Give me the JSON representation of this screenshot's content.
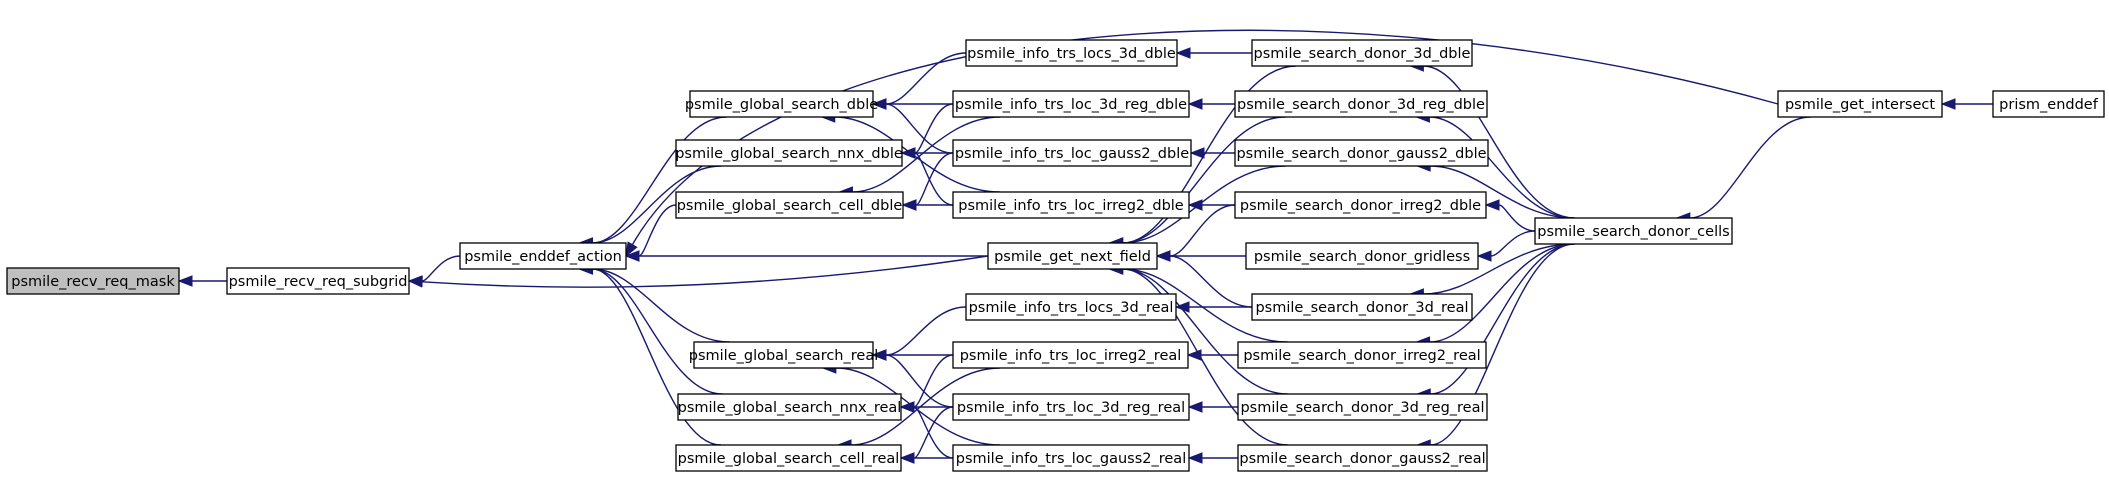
{
  "nodes": [
    {
      "id": "recv_req_mask",
      "label": "psmile_recv_req_mask",
      "root": true
    },
    {
      "id": "recv_req_subgrid",
      "label": "psmile_recv_req_subgrid"
    },
    {
      "id": "enddef_action",
      "label": "psmile_enddef_action"
    },
    {
      "id": "global_search_dble",
      "label": "psmile_global_search_dble"
    },
    {
      "id": "global_search_nnx_dble",
      "label": "psmile_global_search_nnx_dble"
    },
    {
      "id": "global_search_cell_dble",
      "label": "psmile_global_search_cell_dble"
    },
    {
      "id": "global_search_real",
      "label": "psmile_global_search_real"
    },
    {
      "id": "global_search_nnx_real",
      "label": "psmile_global_search_nnx_real"
    },
    {
      "id": "global_search_cell_real",
      "label": "psmile_global_search_cell_real"
    },
    {
      "id": "info_trs_locs_3d_dble",
      "label": "psmile_info_trs_locs_3d_dble"
    },
    {
      "id": "info_trs_loc_3d_reg_dble",
      "label": "psmile_info_trs_loc_3d_reg_dble"
    },
    {
      "id": "info_trs_loc_gauss2_dble",
      "label": "psmile_info_trs_loc_gauss2_dble"
    },
    {
      "id": "info_trs_loc_irreg2_dble",
      "label": "psmile_info_trs_loc_irreg2_dble"
    },
    {
      "id": "get_next_field",
      "label": "psmile_get_next_field"
    },
    {
      "id": "info_trs_locs_3d_real",
      "label": "psmile_info_trs_locs_3d_real"
    },
    {
      "id": "info_trs_loc_irreg2_real",
      "label": "psmile_info_trs_loc_irreg2_real"
    },
    {
      "id": "info_trs_loc_3d_reg_real",
      "label": "psmile_info_trs_loc_3d_reg_real"
    },
    {
      "id": "info_trs_loc_gauss2_real",
      "label": "psmile_info_trs_loc_gauss2_real"
    },
    {
      "id": "search_donor_3d_dble",
      "label": "psmile_search_donor_3d_dble"
    },
    {
      "id": "search_donor_3d_reg_dble",
      "label": "psmile_search_donor_3d_reg_dble"
    },
    {
      "id": "search_donor_gauss2_dble",
      "label": "psmile_search_donor_gauss2_dble"
    },
    {
      "id": "search_donor_irreg2_dble",
      "label": "psmile_search_donor_irreg2_dble"
    },
    {
      "id": "search_donor_gridless",
      "label": "psmile_search_donor_gridless"
    },
    {
      "id": "search_donor_3d_real",
      "label": "psmile_search_donor_3d_real"
    },
    {
      "id": "search_donor_irreg2_real",
      "label": "psmile_search_donor_irreg2_real"
    },
    {
      "id": "search_donor_3d_reg_real",
      "label": "psmile_search_donor_3d_reg_real"
    },
    {
      "id": "search_donor_gauss2_real",
      "label": "psmile_search_donor_gauss2_real"
    },
    {
      "id": "search_donor_cells",
      "label": "psmile_search_donor_cells"
    },
    {
      "id": "get_intersect",
      "label": "psmile_get_intersect"
    },
    {
      "id": "prism_enddef",
      "label": "prism_enddef"
    }
  ],
  "edges": [
    {
      "from": "recv_req_subgrid",
      "to": "recv_req_mask"
    },
    {
      "from": "enddef_action",
      "to": "recv_req_subgrid"
    },
    {
      "from": "get_next_field",
      "to": "recv_req_subgrid"
    },
    {
      "from": "global_search_dble",
      "to": "enddef_action"
    },
    {
      "from": "global_search_nnx_dble",
      "to": "enddef_action"
    },
    {
      "from": "global_search_cell_dble",
      "to": "enddef_action"
    },
    {
      "from": "get_next_field",
      "to": "enddef_action"
    },
    {
      "from": "global_search_real",
      "to": "enddef_action"
    },
    {
      "from": "global_search_nnx_real",
      "to": "enddef_action"
    },
    {
      "from": "global_search_cell_real",
      "to": "enddef_action"
    },
    {
      "from": "get_intersect",
      "to": "enddef_action"
    },
    {
      "from": "info_trs_locs_3d_dble",
      "to": "global_search_dble"
    },
    {
      "from": "info_trs_loc_3d_reg_dble",
      "to": "global_search_dble"
    },
    {
      "from": "info_trs_loc_gauss2_dble",
      "to": "global_search_dble"
    },
    {
      "from": "info_trs_loc_irreg2_dble",
      "to": "global_search_dble"
    },
    {
      "from": "info_trs_loc_3d_reg_dble",
      "to": "global_search_nnx_dble"
    },
    {
      "from": "info_trs_loc_gauss2_dble",
      "to": "global_search_nnx_dble"
    },
    {
      "from": "info_trs_loc_irreg2_dble",
      "to": "global_search_nnx_dble"
    },
    {
      "from": "info_trs_loc_3d_reg_dble",
      "to": "global_search_cell_dble"
    },
    {
      "from": "info_trs_loc_gauss2_dble",
      "to": "global_search_cell_dble"
    },
    {
      "from": "info_trs_loc_irreg2_dble",
      "to": "global_search_cell_dble"
    },
    {
      "from": "info_trs_locs_3d_real",
      "to": "global_search_real"
    },
    {
      "from": "info_trs_loc_irreg2_real",
      "to": "global_search_real"
    },
    {
      "from": "info_trs_loc_3d_reg_real",
      "to": "global_search_real"
    },
    {
      "from": "info_trs_loc_gauss2_real",
      "to": "global_search_real"
    },
    {
      "from": "info_trs_loc_irreg2_real",
      "to": "global_search_nnx_real"
    },
    {
      "from": "info_trs_loc_3d_reg_real",
      "to": "global_search_nnx_real"
    },
    {
      "from": "info_trs_loc_gauss2_real",
      "to": "global_search_nnx_real"
    },
    {
      "from": "info_trs_loc_irreg2_real",
      "to": "global_search_cell_real"
    },
    {
      "from": "info_trs_loc_3d_reg_real",
      "to": "global_search_cell_real"
    },
    {
      "from": "info_trs_loc_gauss2_real",
      "to": "global_search_cell_real"
    },
    {
      "from": "search_donor_3d_dble",
      "to": "info_trs_locs_3d_dble"
    },
    {
      "from": "search_donor_3d_reg_dble",
      "to": "info_trs_loc_3d_reg_dble"
    },
    {
      "from": "search_donor_gauss2_dble",
      "to": "info_trs_loc_gauss2_dble"
    },
    {
      "from": "search_donor_irreg2_dble",
      "to": "info_trs_loc_irreg2_dble"
    },
    {
      "from": "search_donor_3d_real",
      "to": "info_trs_locs_3d_real"
    },
    {
      "from": "search_donor_irreg2_real",
      "to": "info_trs_loc_irreg2_real"
    },
    {
      "from": "search_donor_3d_reg_real",
      "to": "info_trs_loc_3d_reg_real"
    },
    {
      "from": "search_donor_gauss2_real",
      "to": "info_trs_loc_gauss2_real"
    },
    {
      "from": "search_donor_3d_dble",
      "to": "get_next_field"
    },
    {
      "from": "search_donor_3d_reg_dble",
      "to": "get_next_field"
    },
    {
      "from": "search_donor_gauss2_dble",
      "to": "get_next_field"
    },
    {
      "from": "search_donor_irreg2_dble",
      "to": "get_next_field"
    },
    {
      "from": "search_donor_gridless",
      "to": "get_next_field"
    },
    {
      "from": "search_donor_3d_real",
      "to": "get_next_field"
    },
    {
      "from": "search_donor_irreg2_real",
      "to": "get_next_field"
    },
    {
      "from": "search_donor_3d_reg_real",
      "to": "get_next_field"
    },
    {
      "from": "search_donor_gauss2_real",
      "to": "get_next_field"
    },
    {
      "from": "search_donor_cells",
      "to": "search_donor_3d_dble"
    },
    {
      "from": "search_donor_cells",
      "to": "search_donor_3d_reg_dble"
    },
    {
      "from": "search_donor_cells",
      "to": "search_donor_gauss2_dble"
    },
    {
      "from": "search_donor_cells",
      "to": "search_donor_irreg2_dble"
    },
    {
      "from": "search_donor_cells",
      "to": "search_donor_gridless"
    },
    {
      "from": "search_donor_cells",
      "to": "search_donor_3d_real"
    },
    {
      "from": "search_donor_cells",
      "to": "search_donor_irreg2_real"
    },
    {
      "from": "search_donor_cells",
      "to": "search_donor_3d_reg_real"
    },
    {
      "from": "search_donor_cells",
      "to": "search_donor_gauss2_real"
    },
    {
      "from": "get_intersect",
      "to": "search_donor_cells"
    },
    {
      "from": "prism_enddef",
      "to": "get_intersect"
    }
  ],
  "colors": {
    "edge": "#191970",
    "root_fill": "#bfbfbf",
    "node_fill": "#ffffff",
    "node_border": "#000000"
  }
}
